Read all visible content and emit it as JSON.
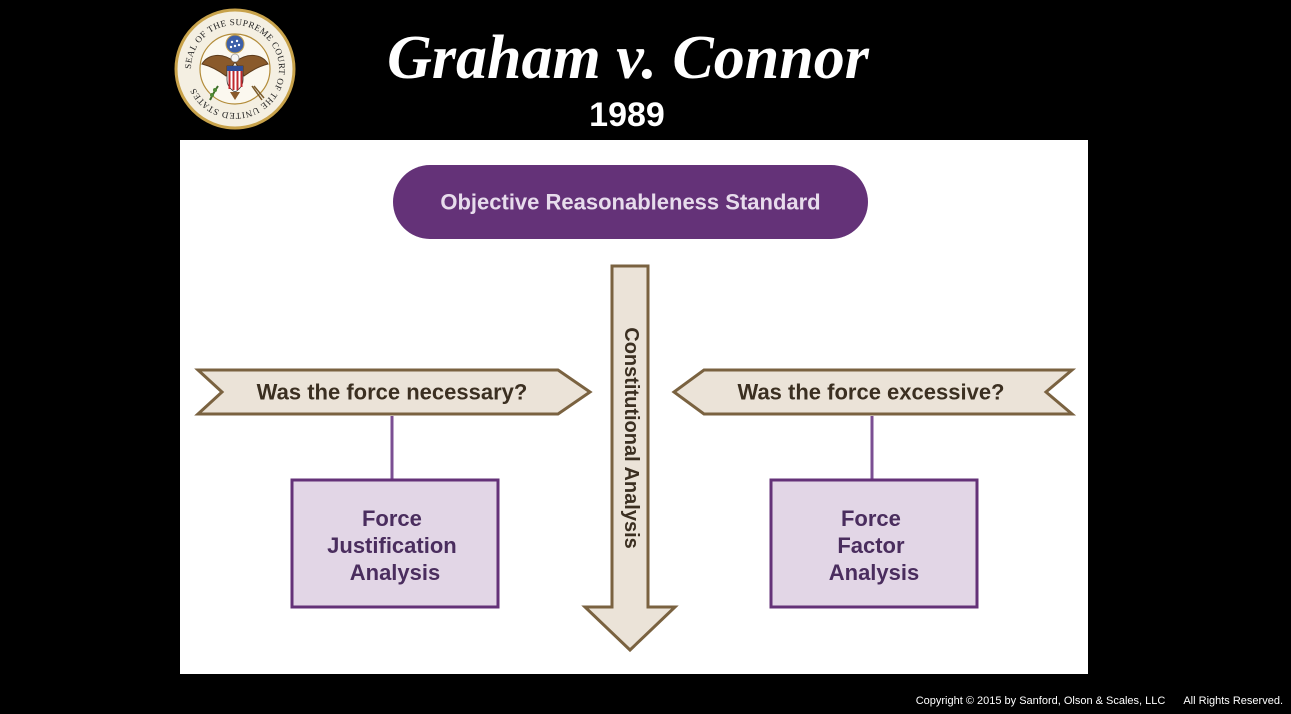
{
  "header": {
    "title": "Graham v. Connor",
    "year": "1989"
  },
  "seal": {
    "icon": "supreme-court-seal-icon",
    "legend": "SEAL OF THE SUPREME COURT OF THE UNITED STATES"
  },
  "diagram": {
    "top_box": "Objective Reasonableness Standard",
    "center_arrow": "Constitutional Analysis",
    "left_banner": "Was the force necessary?",
    "right_banner": "Was the force excessive?",
    "left_box": [
      "Force",
      "Justification",
      "Analysis"
    ],
    "right_box": [
      "Force",
      "Factor",
      "Analysis"
    ]
  },
  "colors": {
    "background": "#000000",
    "panel": "#ffffff",
    "purple": "#643278",
    "purple_line": "#7b4f93",
    "box_fill": "#e2d6e6",
    "banner_fill": "#ebe3d8",
    "banner_stroke": "#7a6240",
    "text_dark": "#3b2f21",
    "box_text": "#4a2d5e",
    "top_text": "#e7dcec"
  },
  "footer": {
    "copyright": "Copyright © 2015 by Sanford, Olson & Scales, LLC",
    "rights": "All Rights Reserved."
  }
}
